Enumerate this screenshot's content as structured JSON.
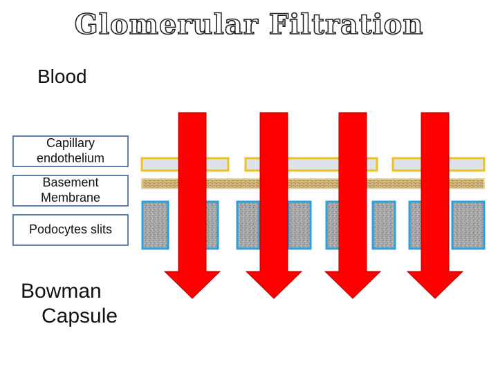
{
  "title": "Glomerular Filtration",
  "labels": {
    "blood": "Blood",
    "capillary": "Capillary endothelium",
    "basement": "Basement Membrane",
    "podocytes": "Podocytes slits",
    "bowman_line1": "Bowman",
    "bowman_line2": "Capsule"
  },
  "colors": {
    "arrow": "#ff0000",
    "endothelium_fill": "#dde3ea",
    "endothelium_border": "#f0c020",
    "membrane": "#c8ac6e",
    "podocyte_fill": "#9a9a9a",
    "podocyte_border": "#2aa0dd",
    "label_border": "#5b7fb0"
  },
  "arrows_count": 4
}
